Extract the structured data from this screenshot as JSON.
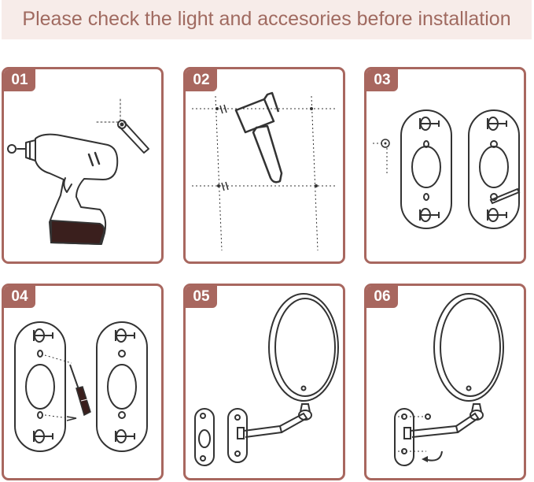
{
  "header": {
    "title": "Please check the light and accesories before installation"
  },
  "steps": [
    {
      "number": "01",
      "illustration": "drill-icon"
    },
    {
      "number": "02",
      "illustration": "hammer-icon"
    },
    {
      "number": "03",
      "illustration": "bracket-icon"
    },
    {
      "number": "04",
      "illustration": "screwdriver-icon"
    },
    {
      "number": "05",
      "illustration": "mirror-icon"
    },
    {
      "number": "06",
      "illustration": "mirror-rotate-icon"
    }
  ],
  "colors": {
    "accent": "#a8675f",
    "banner_bg": "#f7ece9",
    "banner_text": "#a06a60",
    "line": "#333333"
  }
}
